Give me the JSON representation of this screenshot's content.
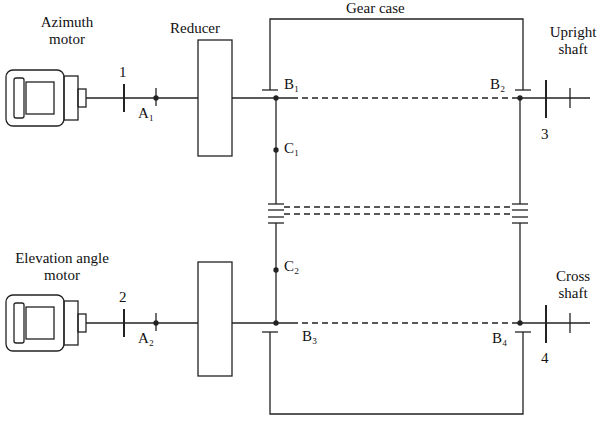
{
  "diagram": {
    "labels": [
      "Gear case",
      "Reducer",
      "Azimuth motor",
      "Upright shaft",
      "1",
      "A₁",
      "B₁",
      "B₂",
      "C₁",
      "3",
      "Elevation angle motor",
      "2",
      "A₂",
      "C₂",
      "B₃",
      "B₄",
      "Cross shaft",
      "4"
    ]
  }
}
